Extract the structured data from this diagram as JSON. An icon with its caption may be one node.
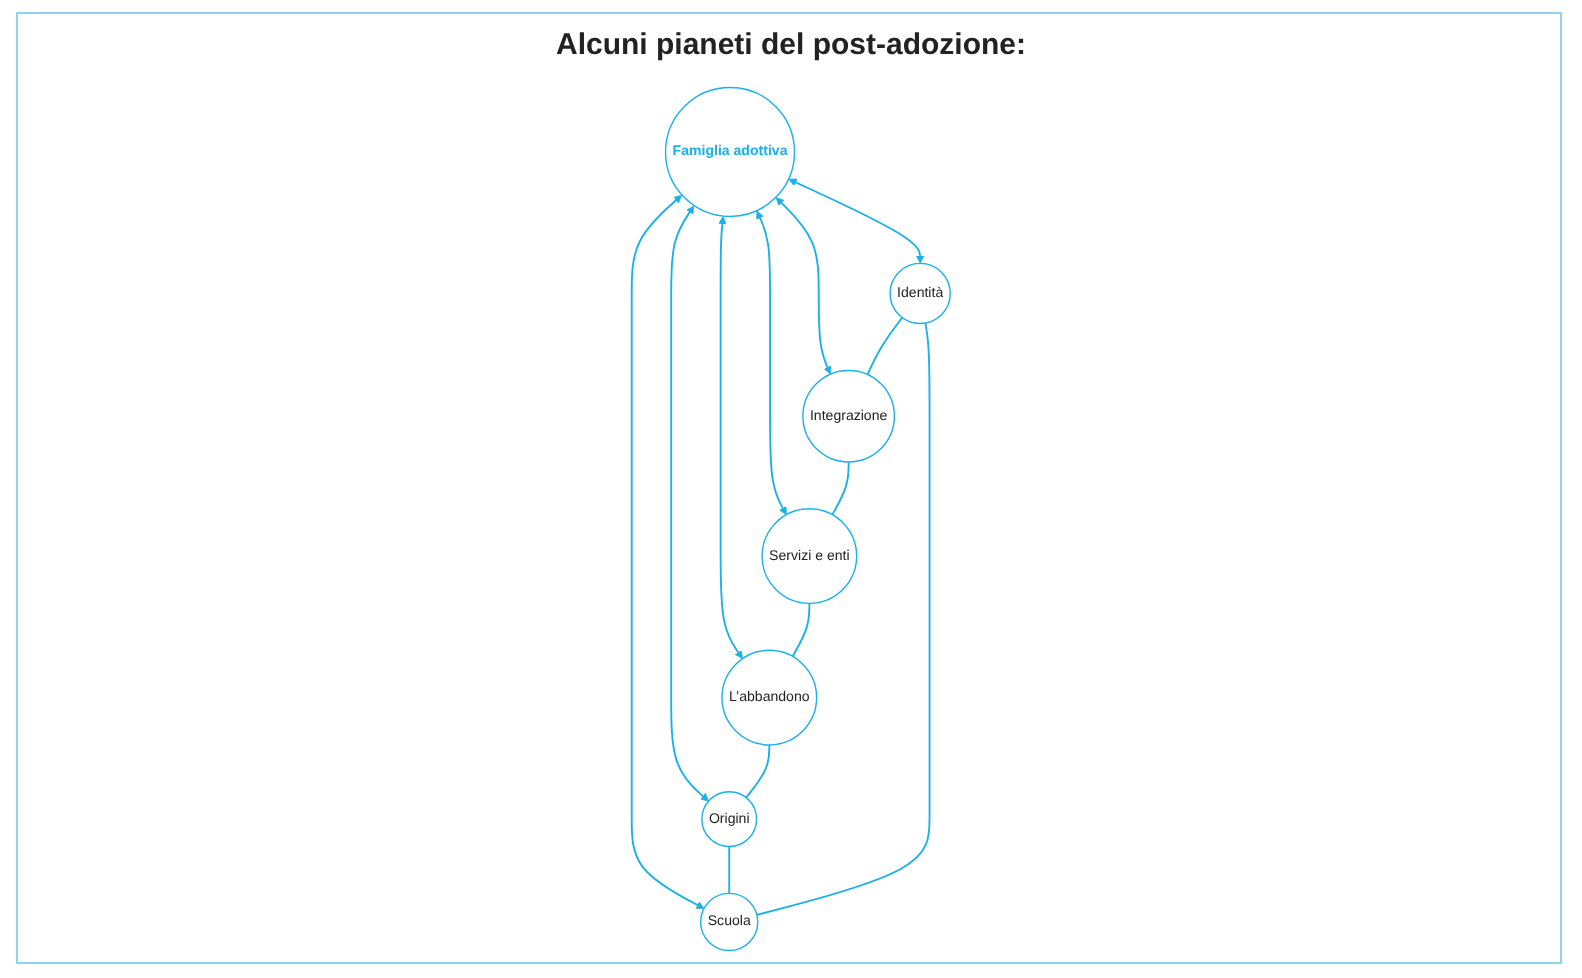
{
  "diagram": {
    "title": "Alcuni pianeti del post-adozione:",
    "nodes": [
      {
        "text": [
          "Identità"
        ]
      },
      {
        "text": [
          "Scuola"
        ]
      },
      {
        "text": [
          "Integrazione"
        ]
      },
      {
        "text": [
          "Famiglia adottiva"
        ]
      },
      {
        "text": [
          "Origini"
        ]
      },
      {
        "text": [
          "Servizi e enti"
        ]
      },
      {
        "text": [
          "L’abbandono"
        ]
      }
    ],
    "edges": [
      {
        "from": 3,
        "to": 0,
        "arrow": "both"
      },
      {
        "from": 3,
        "to": 1,
        "arrow": "both"
      },
      {
        "from": 3,
        "to": 2,
        "arrow": "both"
      },
      {
        "from": 3,
        "to": 4,
        "arrow": "both"
      },
      {
        "from": 3,
        "to": 5,
        "arrow": "both"
      },
      {
        "from": 3,
        "to": 6,
        "arrow": "both"
      },
      {
        "from": 1,
        "to": 0,
        "arrow": "none"
      },
      {
        "from": 0,
        "to": 2,
        "arrow": "none"
      },
      {
        "from": 2,
        "to": 5,
        "arrow": "none"
      },
      {
        "from": 5,
        "to": 6,
        "arrow": "none"
      },
      {
        "from": 6,
        "to": 4,
        "arrow": "none"
      },
      {
        "from": 4,
        "to": 1,
        "arrow": "none"
      }
    ]
  }
}
